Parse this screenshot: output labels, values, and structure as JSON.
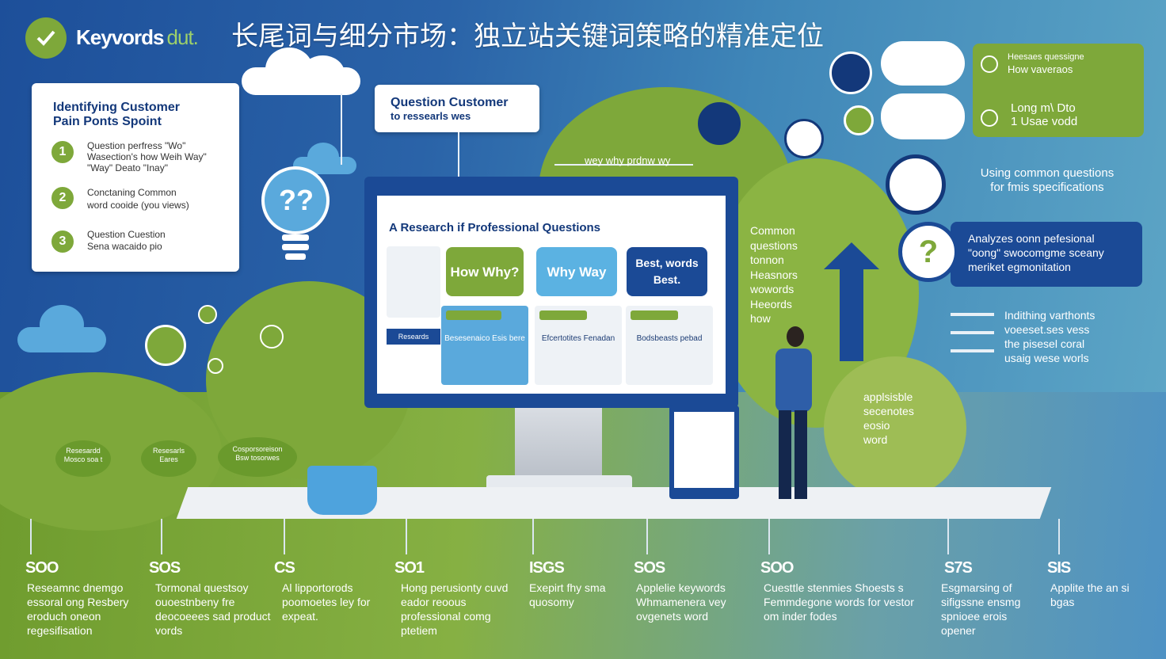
{
  "header": {
    "brand": "Keyvords",
    "brand_suffix": "dut.",
    "title": "长尾词与细分市场：独立站关键词策略的精准定位"
  },
  "left_card": {
    "title_line1": "Identifying Customer",
    "title_line2": "Pain Ponts Spoint",
    "items": [
      {
        "num": "1",
        "line1": "Question perfress \"Wo\"",
        "line2": "Wasection's how Weih Way\"",
        "line3": "\"Way\"  Deato \"Inay\""
      },
      {
        "num": "2",
        "line1": "Conctaning Common",
        "line2": "word cooide (you views)"
      },
      {
        "num": "3",
        "line1": "Question Cuestion",
        "line2": "Sena wacaido pio"
      }
    ]
  },
  "top_card": {
    "line1": "Question Customer",
    "line2": "to ressearls wes"
  },
  "wavy_label": "wey why prdnw wy",
  "screen": {
    "title": "A Research if Professional Questions",
    "cards": [
      {
        "label": "How Why?",
        "color": "#7ea83a",
        "text": "#ffffff"
      },
      {
        "label": "Why Way",
        "color": "#5bb2e2",
        "text": "#ffffff"
      },
      {
        "label": "Best, words Best.",
        "color": "#1b4a96",
        "text": "#ffffff"
      }
    ],
    "mini": [
      {
        "text": "Besesenaico Esis bere"
      },
      {
        "text": "Efcertotites Fenadan"
      },
      {
        "text": "Bodsbeasts pebad"
      }
    ],
    "side_label": "Researds"
  },
  "left_vertical": {
    "lines": [
      "Common",
      "questions",
      "tonnon",
      "Heasnors",
      "wowords",
      "Heeords",
      "how"
    ]
  },
  "applicable": {
    "lines": [
      "applsisble",
      "secenotes",
      "eosio",
      "word"
    ]
  },
  "right_top": {
    "line1": "Heesaes quessigne",
    "line2": "How vaveraos",
    "line3": "Long m\\ Dto",
    "line4": "1  Usae vodd"
  },
  "right_mid1": {
    "line1": "Using common questions",
    "line2": "for fmis specifications"
  },
  "right_mid2": {
    "line1": "Analyzes oonn pefesional",
    "line2": "\"oong\"  swocomgme sceany",
    "line3": "meriket egmonitation"
  },
  "right_mid3": {
    "line1": "Indithing varthonts",
    "line2": "voeeset.ses vess",
    "line3": "the pisesel coral",
    "line4": "usaig wese worls"
  },
  "hill_labels": [
    {
      "line1": "Resesardd",
      "line2": "Mosco soa t"
    },
    {
      "line1": "Resesarls",
      "line2": "Eares"
    },
    {
      "line1": "Cosporsoreison",
      "line2": "Bsw tosorwes"
    }
  ],
  "stats": [
    {
      "num": "SOO",
      "desc": "Reseamnc dnemgo essoral ong Resbery eroduch oneon regesifisation"
    },
    {
      "num": "SOS",
      "desc": "Tormonal questsoy ouoestnbeny fre deocoeees sad product vords"
    },
    {
      "num": "CS",
      "desc": "Al lipportorods poomoetes ley for expeat."
    },
    {
      "num": "SO1",
      "desc": "Hong perusionty cuvd eador reoous professional comg ptetiem"
    },
    {
      "num": "ISGS",
      "desc": "Exepirt fhy sma quosomy"
    },
    {
      "num": "SOS",
      "desc": "Applelie keywords Whmamenera vey ovgenets word"
    },
    {
      "num": "SOO",
      "desc": "Cuesttle stenmies Shoests s Femmdegone words for vestor om inder fodes"
    },
    {
      "num": "S7S",
      "desc": "Esgmarsing of sifigssne ensmg spnioee erois opener"
    },
    {
      "num": "SIS",
      "desc": "Applite the an si bgas"
    }
  ],
  "colors": {
    "green": "#7ea83a",
    "navy": "#13387a",
    "sky": "#5bb2e2"
  }
}
